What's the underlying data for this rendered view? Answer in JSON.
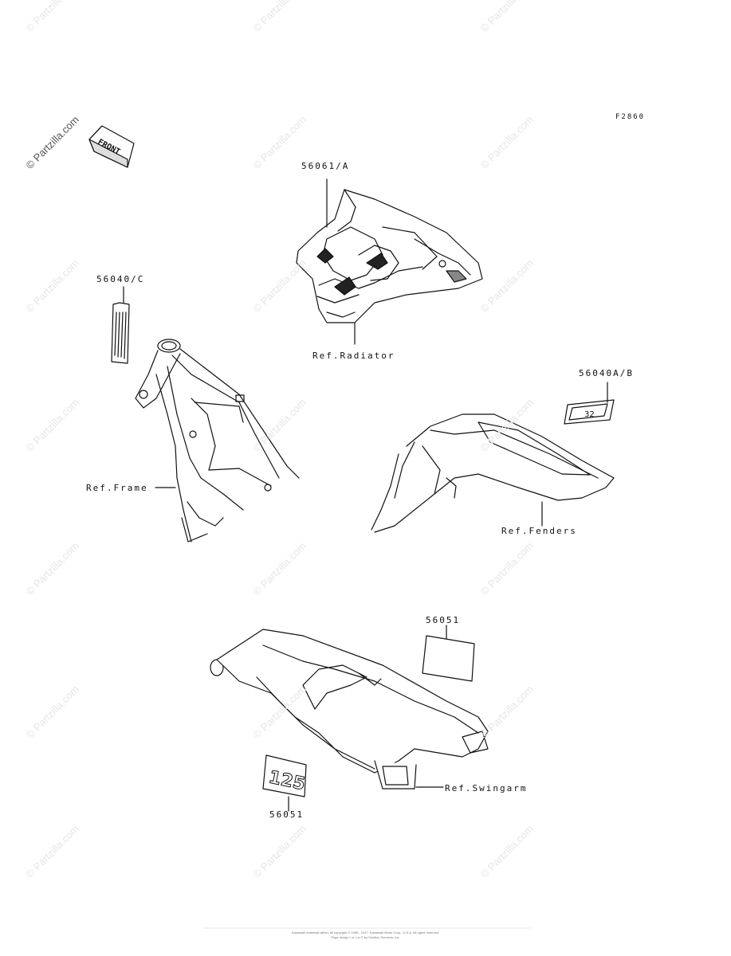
{
  "diagram_code": "F2860",
  "front_arrow_label": "FRONT",
  "watermark": "© Partzilla.com",
  "parts": {
    "radiator_shroud_label": "56061/A",
    "frame_label": "56040/C",
    "fender_label": "56040A/B",
    "swingarm_top_label": "56051",
    "swingarm_bottom_label": "56051"
  },
  "refs": {
    "radiator": "Ref.Radiator",
    "frame": "Ref.Frame",
    "fenders": "Ref.Fenders",
    "swingarm": "Ref.Swingarm"
  },
  "decal_text": {
    "fender_decal": "32",
    "swingarm_decal": "125"
  },
  "footer": {
    "line1": "Kawasaki materials within, all copyright © 1995 - 2017. Kawasaki Motor Corp., U.S.A. All rights reserved.",
    "line2": "Page design / ui / ux © by Solution Services, Inc."
  }
}
